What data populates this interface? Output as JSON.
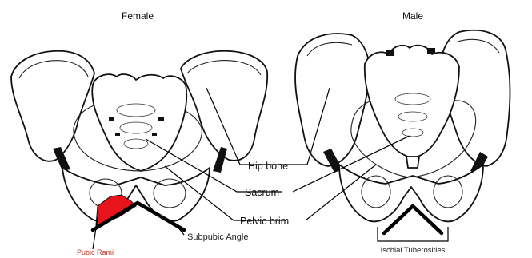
{
  "headings": {
    "female": "Female",
    "male": "Male"
  },
  "labels": {
    "hip_bone": "Hip bone",
    "sacrum": "Sacrum",
    "pelvic_brim": "Pelvic brim",
    "subpubic_angle": "Subpubic Angle",
    "pubic_rami": "Pubic Rami",
    "ischial_tuberosities": "Ischial Tuberosities"
  },
  "colors": {
    "pubic_rami_highlight": "#e8141c",
    "pubic_rami_text": "#c0392b",
    "outline": "#111111"
  }
}
